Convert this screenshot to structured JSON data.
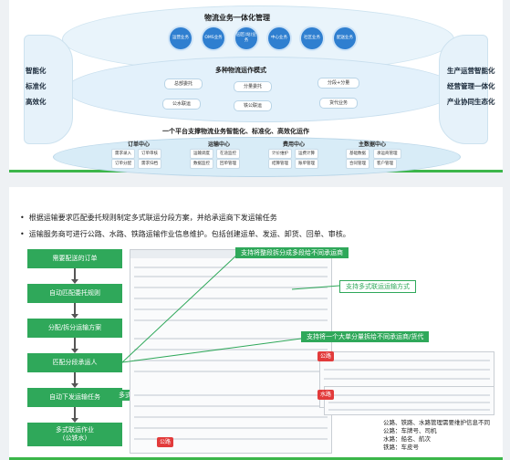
{
  "top_diagram": {
    "platform_title": "物流业务一体化管理",
    "business_circles": [
      "运营业务",
      "OMS业务",
      "园区(站)业务",
      "中心业务",
      "社区业务",
      "配送业务"
    ],
    "left_labels": [
      "智能化",
      "标准化",
      "高效化"
    ],
    "right_labels": [
      "生产运营智能化",
      "经营管理一体化",
      "产业协同生态化"
    ],
    "modes_title": "多种物流运作模式",
    "modes": [
      "总部委托",
      "分量委托",
      "分段+分量",
      "公水联运",
      "铁公联运",
      "货代业务"
    ],
    "slogan": "一个平台支撑物流业务智能化、标准化、高效化运作",
    "centers": [
      {
        "name": "订单中心",
        "items": [
          "需求录入",
          "订单审核",
          "订单分配",
          "需求归档"
        ]
      },
      {
        "name": "运输中心",
        "items": [
          "运输调度",
          "在途监控",
          "数据监控",
          "回单管理"
        ]
      },
      {
        "name": "费用中心",
        "items": [
          "计价维护",
          "运费计算",
          "结算管理",
          "账单管理"
        ]
      },
      {
        "name": "主数据中心",
        "items": [
          "基础数据",
          "承运商管理",
          "合同管理",
          "客户管理"
        ]
      }
    ]
  },
  "bullets": [
    "根据运输要求匹配委托规则制定多式联运分段方案，并给承运商下发运输任务",
    "运输服务商可进行公路、水路、铁路运输作业信息维护。包括创建运单、发运、卸货、回单、审核。"
  ],
  "flow_steps": [
    "需要配送的订单",
    "自动匹配委托规则",
    "分配/拆分运输方案",
    "匹配分段承运人",
    "自动下发运输任务",
    "多式联运作业\n(公铁水)"
  ],
  "side_callout": "多式联运委托",
  "callouts": [
    "支持将整段拆分成多段给不同承运商",
    "支持多式联运运输方式",
    "支持将一个大单分量拆给不同承运商/货代"
  ],
  "mode_tags": [
    "公路",
    "水路",
    "公路"
  ],
  "notes": [
    "公路、铁路、水路管理需要维护信息不同",
    "公路：车牌号、司机",
    "水路：船名、航次",
    "铁路：车皮号"
  ],
  "colors": {
    "accent_green": "#2fa85a",
    "accent_blue": "#2f7fd0",
    "tag_red": "#e23b3b"
  }
}
